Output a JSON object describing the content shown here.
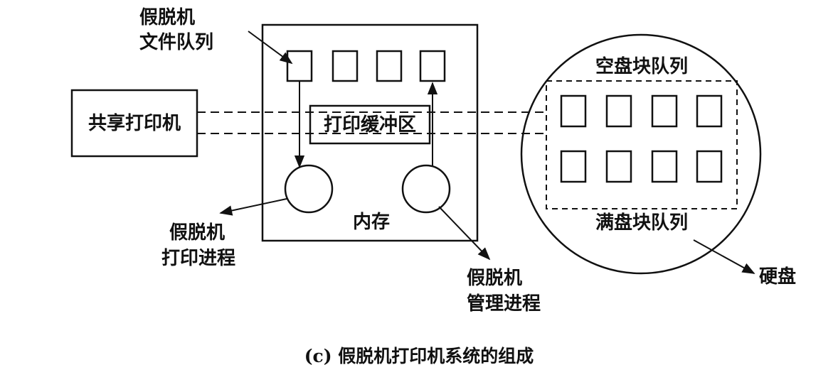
{
  "labels": {
    "shared_printer": "共享打印机",
    "spool_file_queue_line1": "假脱机",
    "spool_file_queue_line2": "文件队列",
    "print_buffer": "打印缓冲区",
    "memory": "内存",
    "spool_print_process_line1": "假脱机",
    "spool_print_process_line2": "打印进程",
    "spool_manage_process_line1": "假脱机",
    "spool_manage_process_line2": "管理进程",
    "empty_block_queue": "空盘块队列",
    "full_block_queue": "满盘块队列",
    "hard_disk": "硬盘"
  },
  "caption": "(c) 假脱机打印机系统的组成"
}
